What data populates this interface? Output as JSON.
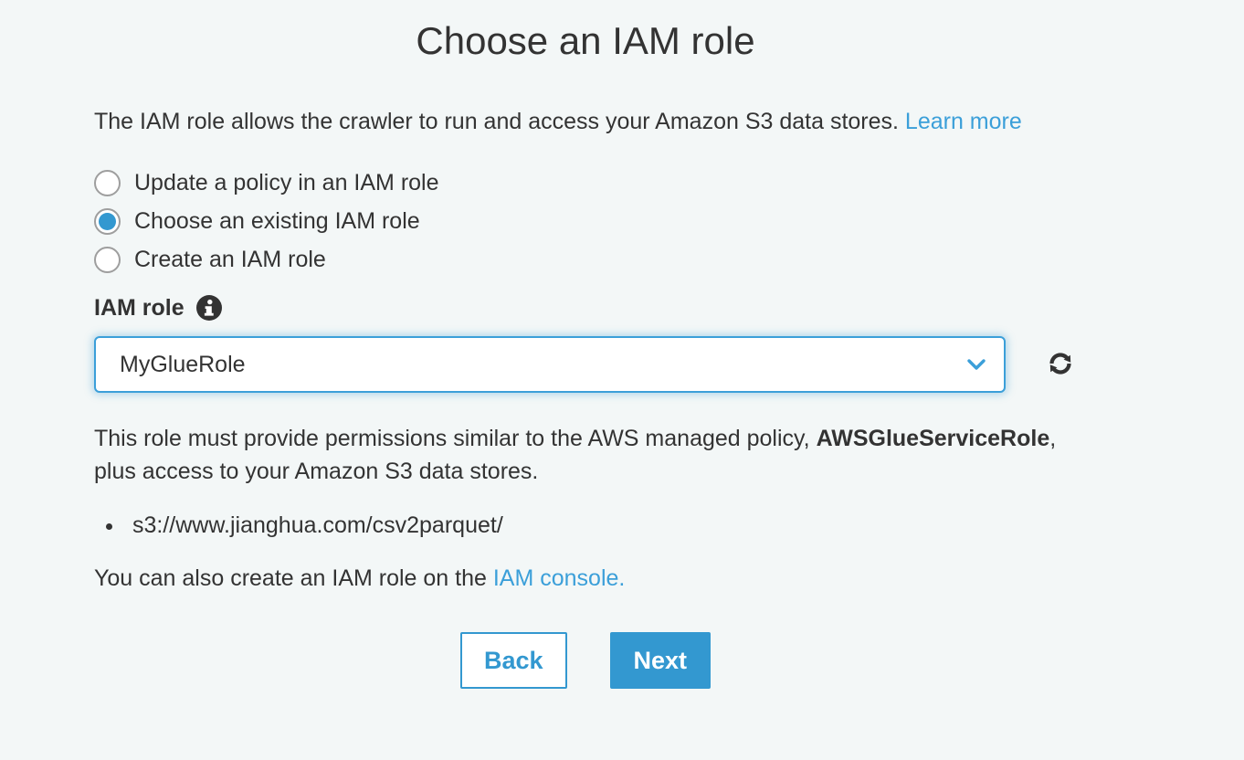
{
  "page": {
    "title": "Choose an IAM role"
  },
  "intro": {
    "text": "The IAM role allows the crawler to run and access your Amazon S3 data stores. ",
    "link_label": "Learn more"
  },
  "radio_group": {
    "options": [
      {
        "label": "Update a policy in an IAM role",
        "selected": false
      },
      {
        "label": "Choose an existing IAM role",
        "selected": true
      },
      {
        "label": "Create an IAM role",
        "selected": false
      }
    ]
  },
  "iam_role_field": {
    "label": "IAM role",
    "selected_value": "MyGlueRole"
  },
  "permissions_note": {
    "before_bold": "This role must provide permissions similar to the AWS managed policy, ",
    "bold": "AWSGlueServiceRole",
    "after_bold": ", plus access to your Amazon S3 data stores."
  },
  "data_stores": [
    "s3://www.jianghua.com/csv2parquet/"
  ],
  "console_note": {
    "text": "You can also create an IAM role on the ",
    "link_label": "IAM console."
  },
  "footer": {
    "back_label": "Back",
    "next_label": "Next"
  },
  "icons": {
    "info": "info-circle-icon",
    "refresh": "refresh-icon",
    "chevron": "chevron-down-icon"
  },
  "colors": {
    "page_bg": "#f3f7f7",
    "text": "#333333",
    "accent": "#3398d0",
    "link": "#3b9fd9",
    "icon_dark": "#333333",
    "radio_border": "#9e9e9e"
  }
}
